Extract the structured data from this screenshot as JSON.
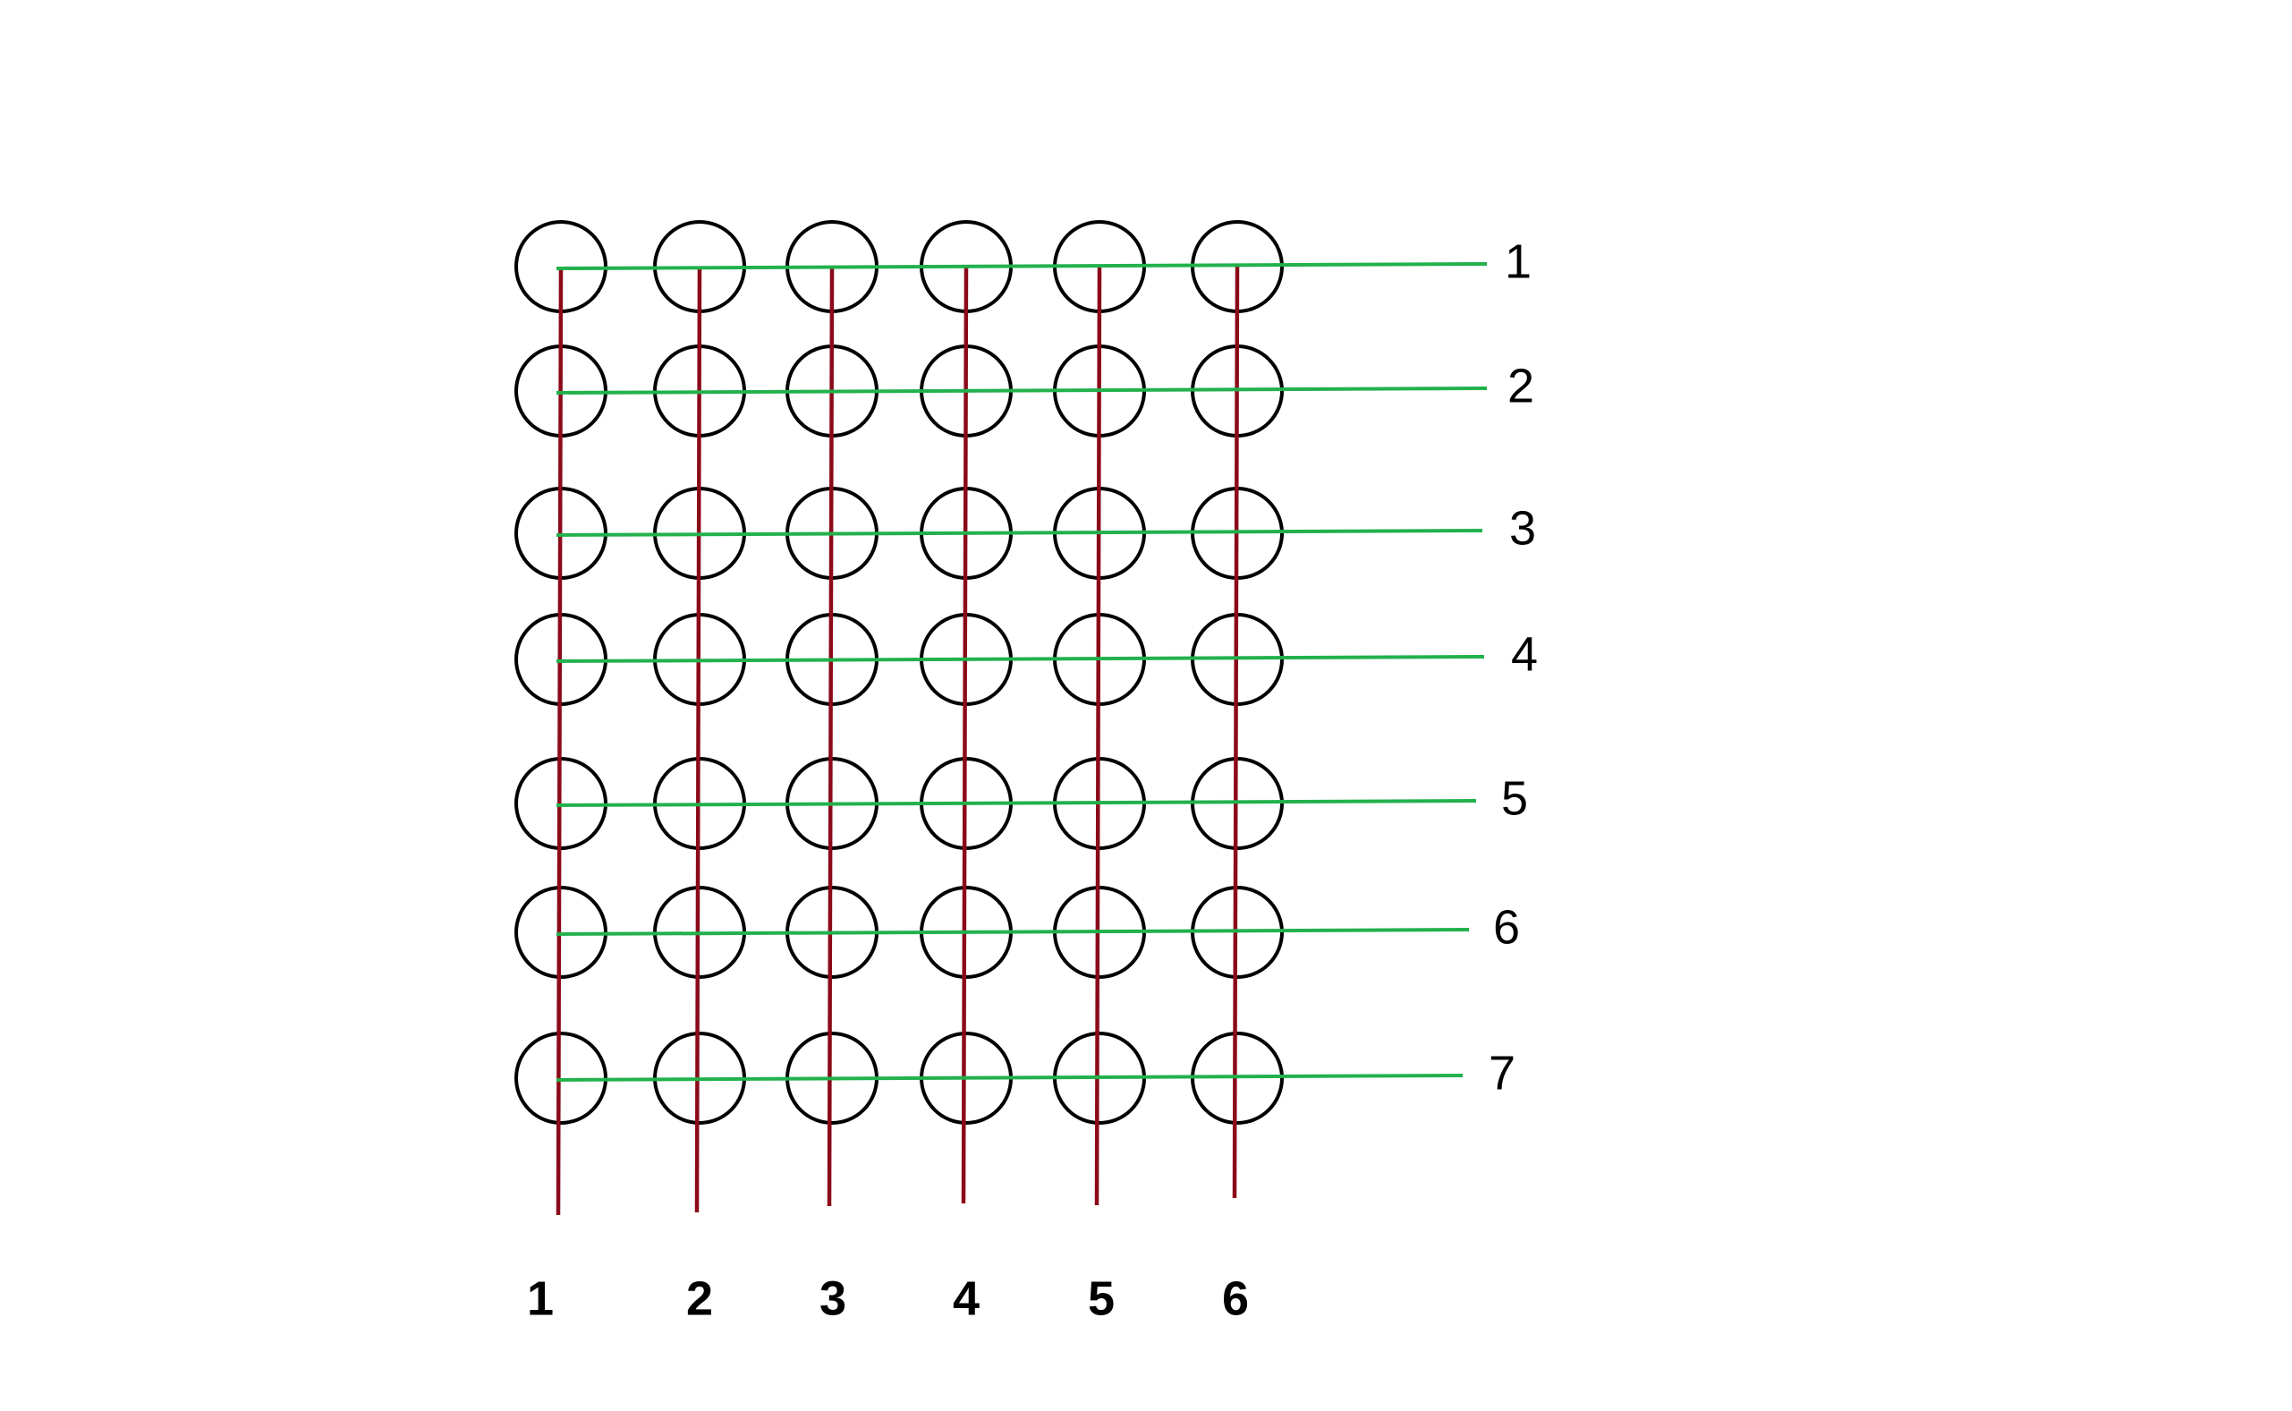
{
  "diagram": {
    "rows": [
      {
        "label": "1"
      },
      {
        "label": "2"
      },
      {
        "label": "3"
      },
      {
        "label": "4"
      },
      {
        "label": "5"
      },
      {
        "label": "6"
      },
      {
        "label": "7"
      }
    ],
    "columns": [
      {
        "label": "1"
      },
      {
        "label": "2"
      },
      {
        "label": "3"
      },
      {
        "label": "4"
      },
      {
        "label": "5"
      },
      {
        "label": "6"
      }
    ],
    "colors": {
      "background": "#ffffff",
      "circle_stroke": "#000000",
      "column_line": "#8b0a1a",
      "row_line": "#22b14c",
      "label_text": "#000000"
    }
  }
}
